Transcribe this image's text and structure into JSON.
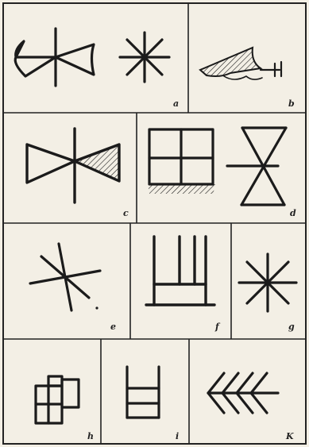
{
  "plate": {
    "ink_color": "#1b1b1b",
    "paper_color": "#f3efe5",
    "panels": [
      {
        "id": "a",
        "label": "a",
        "content": "bowtie-sign and eight-rayed-star-sign"
      },
      {
        "id": "b",
        "label": "b",
        "content": "hatched wedge sign"
      },
      {
        "id": "c",
        "label": "c",
        "content": "bowtie-sign with hatched half"
      },
      {
        "id": "d",
        "label": "d",
        "content": "four-square grid sign and hourglass sign"
      },
      {
        "id": "e",
        "label": "e",
        "content": "six-rayed star sign"
      },
      {
        "id": "f",
        "label": "f",
        "content": "trident-like ladder sign"
      },
      {
        "id": "g",
        "label": "g",
        "content": "eight-rayed star sign"
      },
      {
        "id": "h",
        "label": "h",
        "content": "stacked boxes sign"
      },
      {
        "id": "i",
        "label": "i",
        "content": "ladder sign"
      },
      {
        "id": "k",
        "label": "K",
        "content": "branch / chevron sign"
      }
    ]
  }
}
